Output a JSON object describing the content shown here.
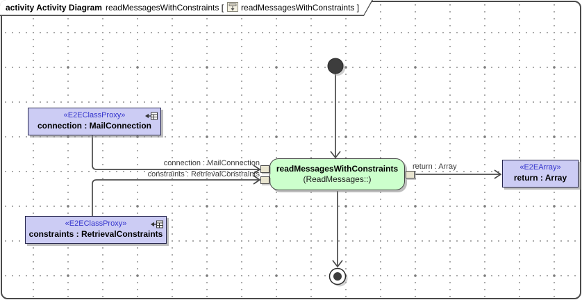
{
  "frame": {
    "keyword_and_type": "activity Activity Diagram",
    "diagram_name_and_bracket": "readMessagesWithConstraints [",
    "context_name_and_bracket": "readMessagesWithConstraints ]"
  },
  "nodes": {
    "connection_proxy": {
      "stereotype": "«E2EClassProxy»",
      "name": "connection : MailConnection"
    },
    "constraints_proxy": {
      "stereotype": "«E2EClassProxy»",
      "name": "constraints : RetrievalConstraints"
    },
    "action": {
      "name": "readMessagesWithConstraints",
      "namespace": "(ReadMessages::)"
    },
    "return_array": {
      "stereotype": "«E2EArray»",
      "name": "return : Array"
    }
  },
  "edge_labels": {
    "connection_flow": "connection : MailConnection",
    "constraints_flow": "constraints : RetrievalConstraints",
    "return_flow": "return : Array"
  },
  "icons": {
    "frame_icon": "activity-diagram-icon",
    "proxy_icon": "arrow-into-table-icon"
  },
  "colors": {
    "proxy_fill": "#ccccf4",
    "proxy_border": "#26264d",
    "stereotype_text": "#3333cc",
    "action_fill": "#ccffcc",
    "pin_fill": "#e9e5d0",
    "edge_stroke": "#4a4a4a",
    "grid_dot": "#9b9b9b",
    "frame_border": "#4a4a4a"
  }
}
